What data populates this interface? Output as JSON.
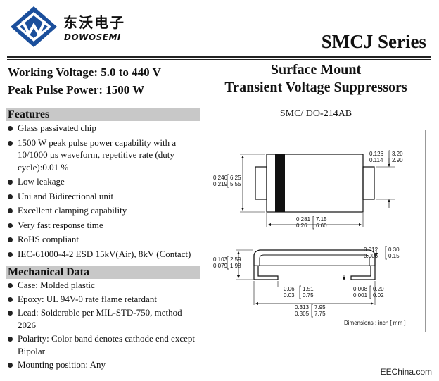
{
  "header": {
    "logo_cn": "东沃电子",
    "logo_en": "DOWOSEMI",
    "series_title": "SMCJ Series"
  },
  "specs": {
    "working_voltage": "Working Voltage: 5.0 to 440 V",
    "peak_pulse_power": "Peak Pulse Power: 1500 W"
  },
  "product": {
    "line1": "Surface Mount",
    "line2": "Transient Voltage Suppressors",
    "package": "SMC/ DO-214AB"
  },
  "features": {
    "heading": "Features",
    "items": [
      "Glass passivated chip",
      "1500 W peak pulse power capability with a 10/1000 μs waveform, repetitive rate (duty cycle):0.01 %",
      "Low leakage",
      "Uni and Bidirectional unit",
      "Excellent clamping capability",
      "Very fast response time",
      "RoHS compliant",
      "IEC-61000-4-2 ESD 15kV(Air), 8kV (Contact)"
    ]
  },
  "mechanical": {
    "heading": "Mechanical Data",
    "items": [
      "Case: Molded plastic",
      "Epoxy: UL 94V-0 rate flame retardant",
      "Lead: Solderable per MIL-STD-750, method 2026",
      "Polarity: Color band denotes cathode end except Bipolar",
      "Mounting position: Any"
    ]
  },
  "drawing": {
    "lead_height_in": [
      "0.126",
      "0.114"
    ],
    "lead_height_mm": [
      "3.20",
      "2.90"
    ],
    "body_height_in": [
      "0.246",
      "0.219"
    ],
    "body_height_mm": [
      "6.25",
      "5.55"
    ],
    "body_length_in": [
      "0.281",
      "0.26"
    ],
    "body_length_mm": [
      "7.15",
      "6.60"
    ],
    "profile_height_in": [
      "0.103",
      "0.079"
    ],
    "profile_height_mm": [
      "2.59",
      "1.98"
    ],
    "lead_thick_in": [
      "0.012",
      "0.006"
    ],
    "lead_thick_mm": [
      "0.30",
      "0.15"
    ],
    "foot_length_in": [
      "0.06",
      "0.03"
    ],
    "foot_length_mm": [
      "1.51",
      "0.75"
    ],
    "standoff_in": [
      "0.008",
      "0.001"
    ],
    "standoff_mm": [
      "0.20",
      "0.02"
    ],
    "overall_length_in": [
      "0.313",
      "0.305"
    ],
    "overall_length_mm": [
      "7.95",
      "7.75"
    ],
    "dimensions_note": "Dimensions : inch [ mm ]"
  },
  "watermark": "EEChina.com",
  "colors": {
    "logo_blue": "#1b4f9c",
    "section_bar": "#c8c8c8",
    "ink": "#111111"
  }
}
